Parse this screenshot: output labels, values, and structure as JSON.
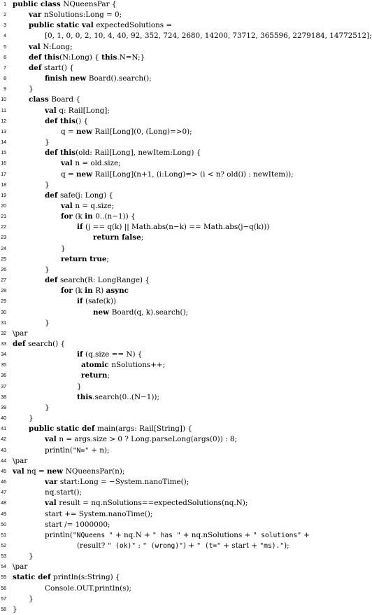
{
  "code_lines": [
    {
      "number": "1",
      "indent": 0,
      "tokens": [
        {
          "t": "public class ",
          "k": 1
        },
        {
          "t": "NQueensPar {"
        }
      ]
    },
    {
      "number": "2",
      "indent": 1,
      "tokens": [
        {
          "t": "var ",
          "k": 1
        },
        {
          "t": "nSolutions:Long = 0;"
        }
      ]
    },
    {
      "number": "3",
      "indent": 1,
      "tokens": [
        {
          "t": "public static val ",
          "k": 1
        },
        {
          "t": "expectedSolutions ="
        }
      ]
    },
    {
      "number": "4",
      "indent": 2,
      "tokens": [
        {
          "t": "[0, 1, 0, 0, 2, 10, 4, 40, 92, 352, 724, 2680, 14200, 73712, 365596, 2279184, 14772512];"
        }
      ]
    },
    {
      "number": "5",
      "indent": 1,
      "tokens": [
        {
          "t": "val ",
          "k": 1
        },
        {
          "t": "N:Long;"
        }
      ]
    },
    {
      "number": "6",
      "indent": 1,
      "tokens": [
        {
          "t": "def this",
          "k": 1
        },
        {
          "t": "(N:Long) { "
        },
        {
          "t": "this",
          "k": 1
        },
        {
          "t": ".N=N;}"
        }
      ]
    },
    {
      "number": "7",
      "indent": 1,
      "tokens": [
        {
          "t": "def ",
          "k": 1
        },
        {
          "t": "start() {"
        }
      ]
    },
    {
      "number": "8",
      "indent": 2,
      "tokens": [
        {
          "t": "finish new ",
          "k": 1
        },
        {
          "t": "Board().search();"
        }
      ]
    },
    {
      "number": "9",
      "indent": 1,
      "tokens": [
        {
          "t": "}"
        }
      ]
    },
    {
      "number": "10",
      "indent": 1,
      "tokens": [
        {
          "t": "class ",
          "k": 1
        },
        {
          "t": "Board {"
        }
      ]
    },
    {
      "number": "11",
      "indent": 2,
      "tokens": [
        {
          "t": "val ",
          "k": 1
        },
        {
          "t": "q: Rail[Long];"
        }
      ]
    },
    {
      "number": "12",
      "indent": 2,
      "tokens": [
        {
          "t": "def this",
          "k": 1
        },
        {
          "t": "() {"
        }
      ]
    },
    {
      "number": "13",
      "indent": 3,
      "tokens": [
        {
          "t": "q = "
        },
        {
          "t": "new ",
          "k": 1
        },
        {
          "t": "Rail[Long](0, (Long)=>0);"
        }
      ]
    },
    {
      "number": "14",
      "indent": 2,
      "tokens": [
        {
          "t": "}"
        }
      ]
    },
    {
      "number": "15",
      "indent": 2,
      "tokens": [
        {
          "t": "def this",
          "k": 1
        },
        {
          "t": "(old: Rail[Long], newItem:Long) {"
        }
      ]
    },
    {
      "number": "16",
      "indent": 3,
      "tokens": [
        {
          "t": "val ",
          "k": 1
        },
        {
          "t": "n = old.size;"
        }
      ]
    },
    {
      "number": "17",
      "indent": 3,
      "tokens": [
        {
          "t": "q = "
        },
        {
          "t": "new ",
          "k": 1
        },
        {
          "t": "Rail[Long](n+1, (i:Long)=> (i < n? old(i) : newItem));"
        }
      ]
    },
    {
      "number": "18",
      "indent": 2,
      "tokens": [
        {
          "t": "}"
        }
      ]
    },
    {
      "number": "19",
      "indent": 2,
      "tokens": [
        {
          "t": "def ",
          "k": 1
        },
        {
          "t": "safe(j: Long) {"
        }
      ]
    },
    {
      "number": "20",
      "indent": 3,
      "tokens": [
        {
          "t": "val ",
          "k": 1
        },
        {
          "t": "n = q.size;"
        }
      ]
    },
    {
      "number": "21",
      "indent": 3,
      "tokens": [
        {
          "t": "for ",
          "k": 1
        },
        {
          "t": "(k "
        },
        {
          "t": "in ",
          "k": 1
        },
        {
          "t": "0..(n−1)) {"
        }
      ]
    },
    {
      "number": "22",
      "indent": 4,
      "tokens": [
        {
          "t": "if ",
          "k": 1
        },
        {
          "t": "(j == q(k) || Math.abs(n−k) == Math.abs(j−q(k)))"
        }
      ]
    },
    {
      "number": "23",
      "indent": 5,
      "tokens": [
        {
          "t": "return false",
          "k": 1
        },
        {
          "t": ";"
        }
      ]
    },
    {
      "number": "24",
      "indent": 3,
      "tokens": [
        {
          "t": "}"
        }
      ]
    },
    {
      "number": "25",
      "indent": 3,
      "tokens": [
        {
          "t": "return true",
          "k": 1
        },
        {
          "t": ";"
        }
      ]
    },
    {
      "number": "26",
      "indent": 2,
      "tokens": [
        {
          "t": "}"
        }
      ]
    },
    {
      "number": "27",
      "indent": 2,
      "tokens": [
        {
          "t": "def ",
          "k": 1
        },
        {
          "t": "search(R: LongRange) {"
        }
      ]
    },
    {
      "number": "28",
      "indent": 3,
      "tokens": [
        {
          "t": "for ",
          "k": 1
        },
        {
          "t": "(k "
        },
        {
          "t": "in ",
          "k": 1
        },
        {
          "t": "R) "
        },
        {
          "t": "async",
          "k": 1
        }
      ]
    },
    {
      "number": "29",
      "indent": 4,
      "tokens": [
        {
          "t": "if ",
          "k": 1
        },
        {
          "t": "(safe(k))"
        }
      ]
    },
    {
      "number": "30",
      "indent": 5,
      "tokens": [
        {
          "t": "new ",
          "k": 1
        },
        {
          "t": "Board(q, k).search();"
        }
      ]
    },
    {
      "number": "31",
      "indent": 2,
      "tokens": [
        {
          "t": "}"
        }
      ]
    },
    {
      "number": "32",
      "indent": 0,
      "tokens": [
        {
          "t": "\\par"
        }
      ]
    },
    {
      "number": "33",
      "indent": 0,
      "tokens": [
        {
          "t": "def ",
          "k": 1
        },
        {
          "t": "search() {"
        }
      ]
    },
    {
      "number": "34",
      "indent": 4,
      "tokens": [
        {
          "t": "if ",
          "k": 1
        },
        {
          "t": "(q.size == N) {"
        }
      ]
    },
    {
      "number": "35",
      "indent": 4,
      "extra": 1,
      "tokens": [
        {
          "t": "atomic ",
          "k": 1
        },
        {
          "t": "nSolutions++;"
        }
      ]
    },
    {
      "number": "36",
      "indent": 4,
      "extra": 1,
      "tokens": [
        {
          "t": "return",
          "k": 1
        },
        {
          "t": ";"
        }
      ]
    },
    {
      "number": "37",
      "indent": 4,
      "tokens": [
        {
          "t": "}"
        }
      ]
    },
    {
      "number": "38",
      "indent": 4,
      "tokens": [
        {
          "t": "this",
          "k": 1
        },
        {
          "t": ".search(0..(N−1));"
        }
      ]
    },
    {
      "number": "39",
      "indent": 2,
      "tokens": [
        {
          "t": "}"
        }
      ]
    },
    {
      "number": "40",
      "indent": 1,
      "tokens": [
        {
          "t": "}"
        }
      ]
    },
    {
      "number": "41",
      "indent": 1,
      "tokens": [
        {
          "t": "public static def ",
          "k": 1
        },
        {
          "t": "main(args: Rail[String]) {"
        }
      ]
    },
    {
      "number": "42",
      "indent": 2,
      "tokens": [
        {
          "t": "val ",
          "k": 1
        },
        {
          "t": "n = args.size > 0 ? Long.parseLong(args(0)) : 8;"
        }
      ]
    },
    {
      "number": "43",
      "indent": 2,
      "tokens": [
        {
          "t": "println("
        },
        {
          "t": "\"N=\"",
          "m": 1
        },
        {
          "t": " + n);"
        }
      ]
    },
    {
      "number": "44",
      "indent": 0,
      "tokens": [
        {
          "t": "\\par"
        }
      ]
    },
    {
      "number": "45",
      "indent": 0,
      "tokens": [
        {
          "t": "val ",
          "k": 1
        },
        {
          "t": "nq = "
        },
        {
          "t": "new ",
          "k": 1
        },
        {
          "t": "NQueensPar(n);"
        }
      ]
    },
    {
      "number": "46",
      "indent": 2,
      "tokens": [
        {
          "t": "var ",
          "k": 1
        },
        {
          "t": "start:Long = −System.nanoTime();"
        }
      ]
    },
    {
      "number": "47",
      "indent": 2,
      "tokens": [
        {
          "t": "nq.start();"
        }
      ]
    },
    {
      "number": "48",
      "indent": 2,
      "tokens": [
        {
          "t": "val ",
          "k": 1
        },
        {
          "t": "result = nq.nSolutions==expectedSolutions(nq.N);"
        }
      ]
    },
    {
      "number": "49",
      "indent": 2,
      "tokens": [
        {
          "t": "start += System.nanoTime();"
        }
      ]
    },
    {
      "number": "50",
      "indent": 2,
      "tokens": [
        {
          "t": "start /= 1000000;"
        }
      ]
    },
    {
      "number": "51",
      "indent": 2,
      "tokens": [
        {
          "t": "println("
        },
        {
          "t": "\"NQueens \"",
          "m": 1
        },
        {
          "t": " + nq.N + "
        },
        {
          "t": "\" has \"",
          "m": 1
        },
        {
          "t": " + nq.nSolutions + "
        },
        {
          "t": "\" solutions\"",
          "m": 1
        },
        {
          "t": " +"
        }
      ]
    },
    {
      "number": "52",
      "indent": 4,
      "tokens": [
        {
          "t": "(result? "
        },
        {
          "t": "\" (ok)\"",
          "m": 1
        },
        {
          "t": " : "
        },
        {
          "t": "\" (wrong)\"",
          "m": 1
        },
        {
          "t": ") + "
        },
        {
          "t": "\" (t=\"",
          "m": 1
        },
        {
          "t": " + start + "
        },
        {
          "t": "\"ms).\"",
          "m": 1
        },
        {
          "t": ");"
        }
      ]
    },
    {
      "number": "53",
      "indent": 1,
      "tokens": [
        {
          "t": "}"
        }
      ]
    },
    {
      "number": "54",
      "indent": 0,
      "tokens": [
        {
          "t": "\\par"
        }
      ]
    },
    {
      "number": "55",
      "indent": 0,
      "tokens": [
        {
          "t": "static def ",
          "k": 1
        },
        {
          "t": "println(s:String) {"
        }
      ]
    },
    {
      "number": "56",
      "indent": 2,
      "tokens": [
        {
          "t": "Console.OUT.println(s);"
        }
      ]
    },
    {
      "number": "57",
      "indent": 1,
      "tokens": [
        {
          "t": "}"
        }
      ]
    },
    {
      "number": "58",
      "indent": 0,
      "tokens": [
        {
          "t": "}"
        }
      ]
    }
  ]
}
